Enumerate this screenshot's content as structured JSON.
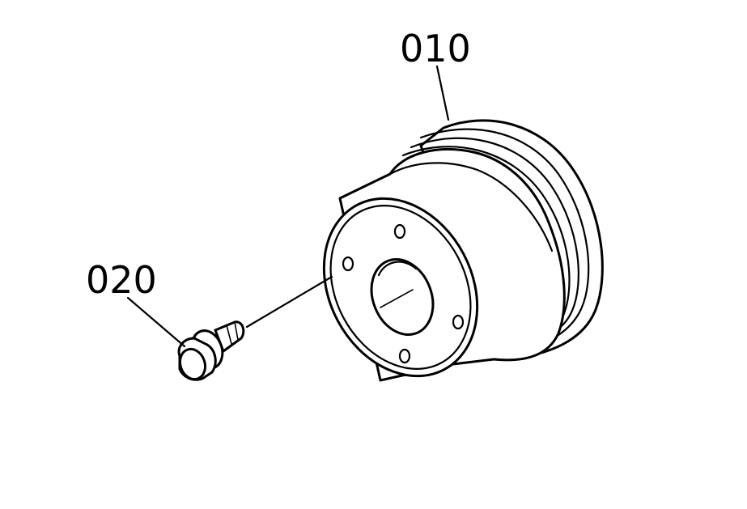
{
  "parts": [
    {
      "id": "pulley",
      "label": "010"
    },
    {
      "id": "bolt",
      "label": "020"
    }
  ],
  "colors": {
    "line": "#000000",
    "background": "#ffffff"
  }
}
